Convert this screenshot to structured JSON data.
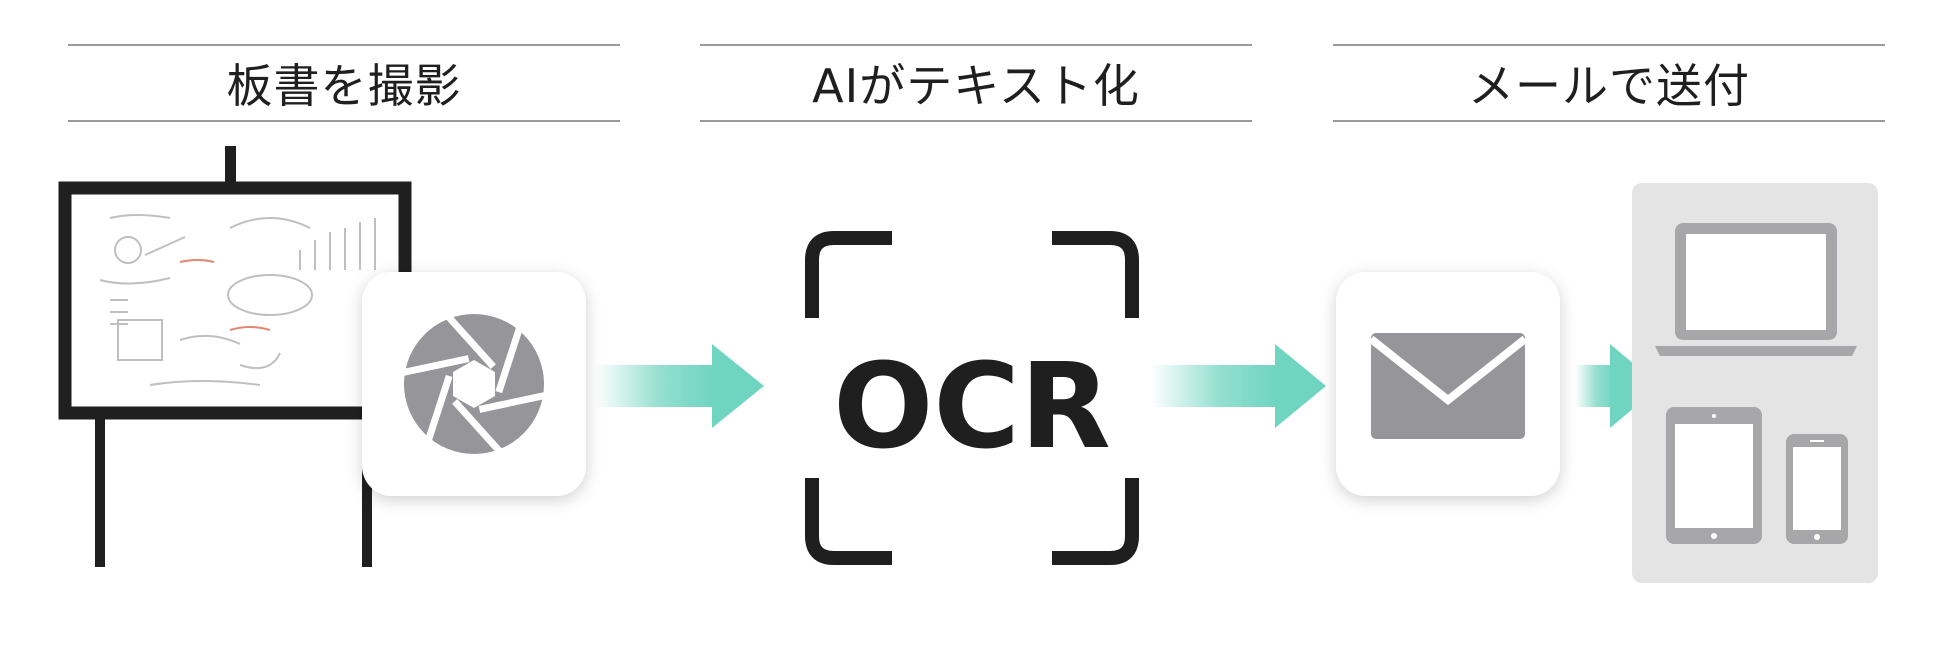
{
  "steps": [
    {
      "title": "板書を撮影"
    },
    {
      "title": "AIがテキスト化"
    },
    {
      "title": "メールで送付"
    }
  ],
  "ocr": {
    "label": "OCR"
  },
  "colors": {
    "arrow": "#6fd4c0",
    "frame": "#1f1f1f",
    "icon_gray": "#96969a",
    "device_panel": "#e4e4e5",
    "device_gray": "#a7a7a9"
  },
  "icons": [
    "whiteboard-icon",
    "camera-shutter-icon",
    "ocr-scan-frame-icon",
    "mail-envelope-icon",
    "laptop-icon",
    "tablet-icon",
    "smartphone-icon"
  ]
}
